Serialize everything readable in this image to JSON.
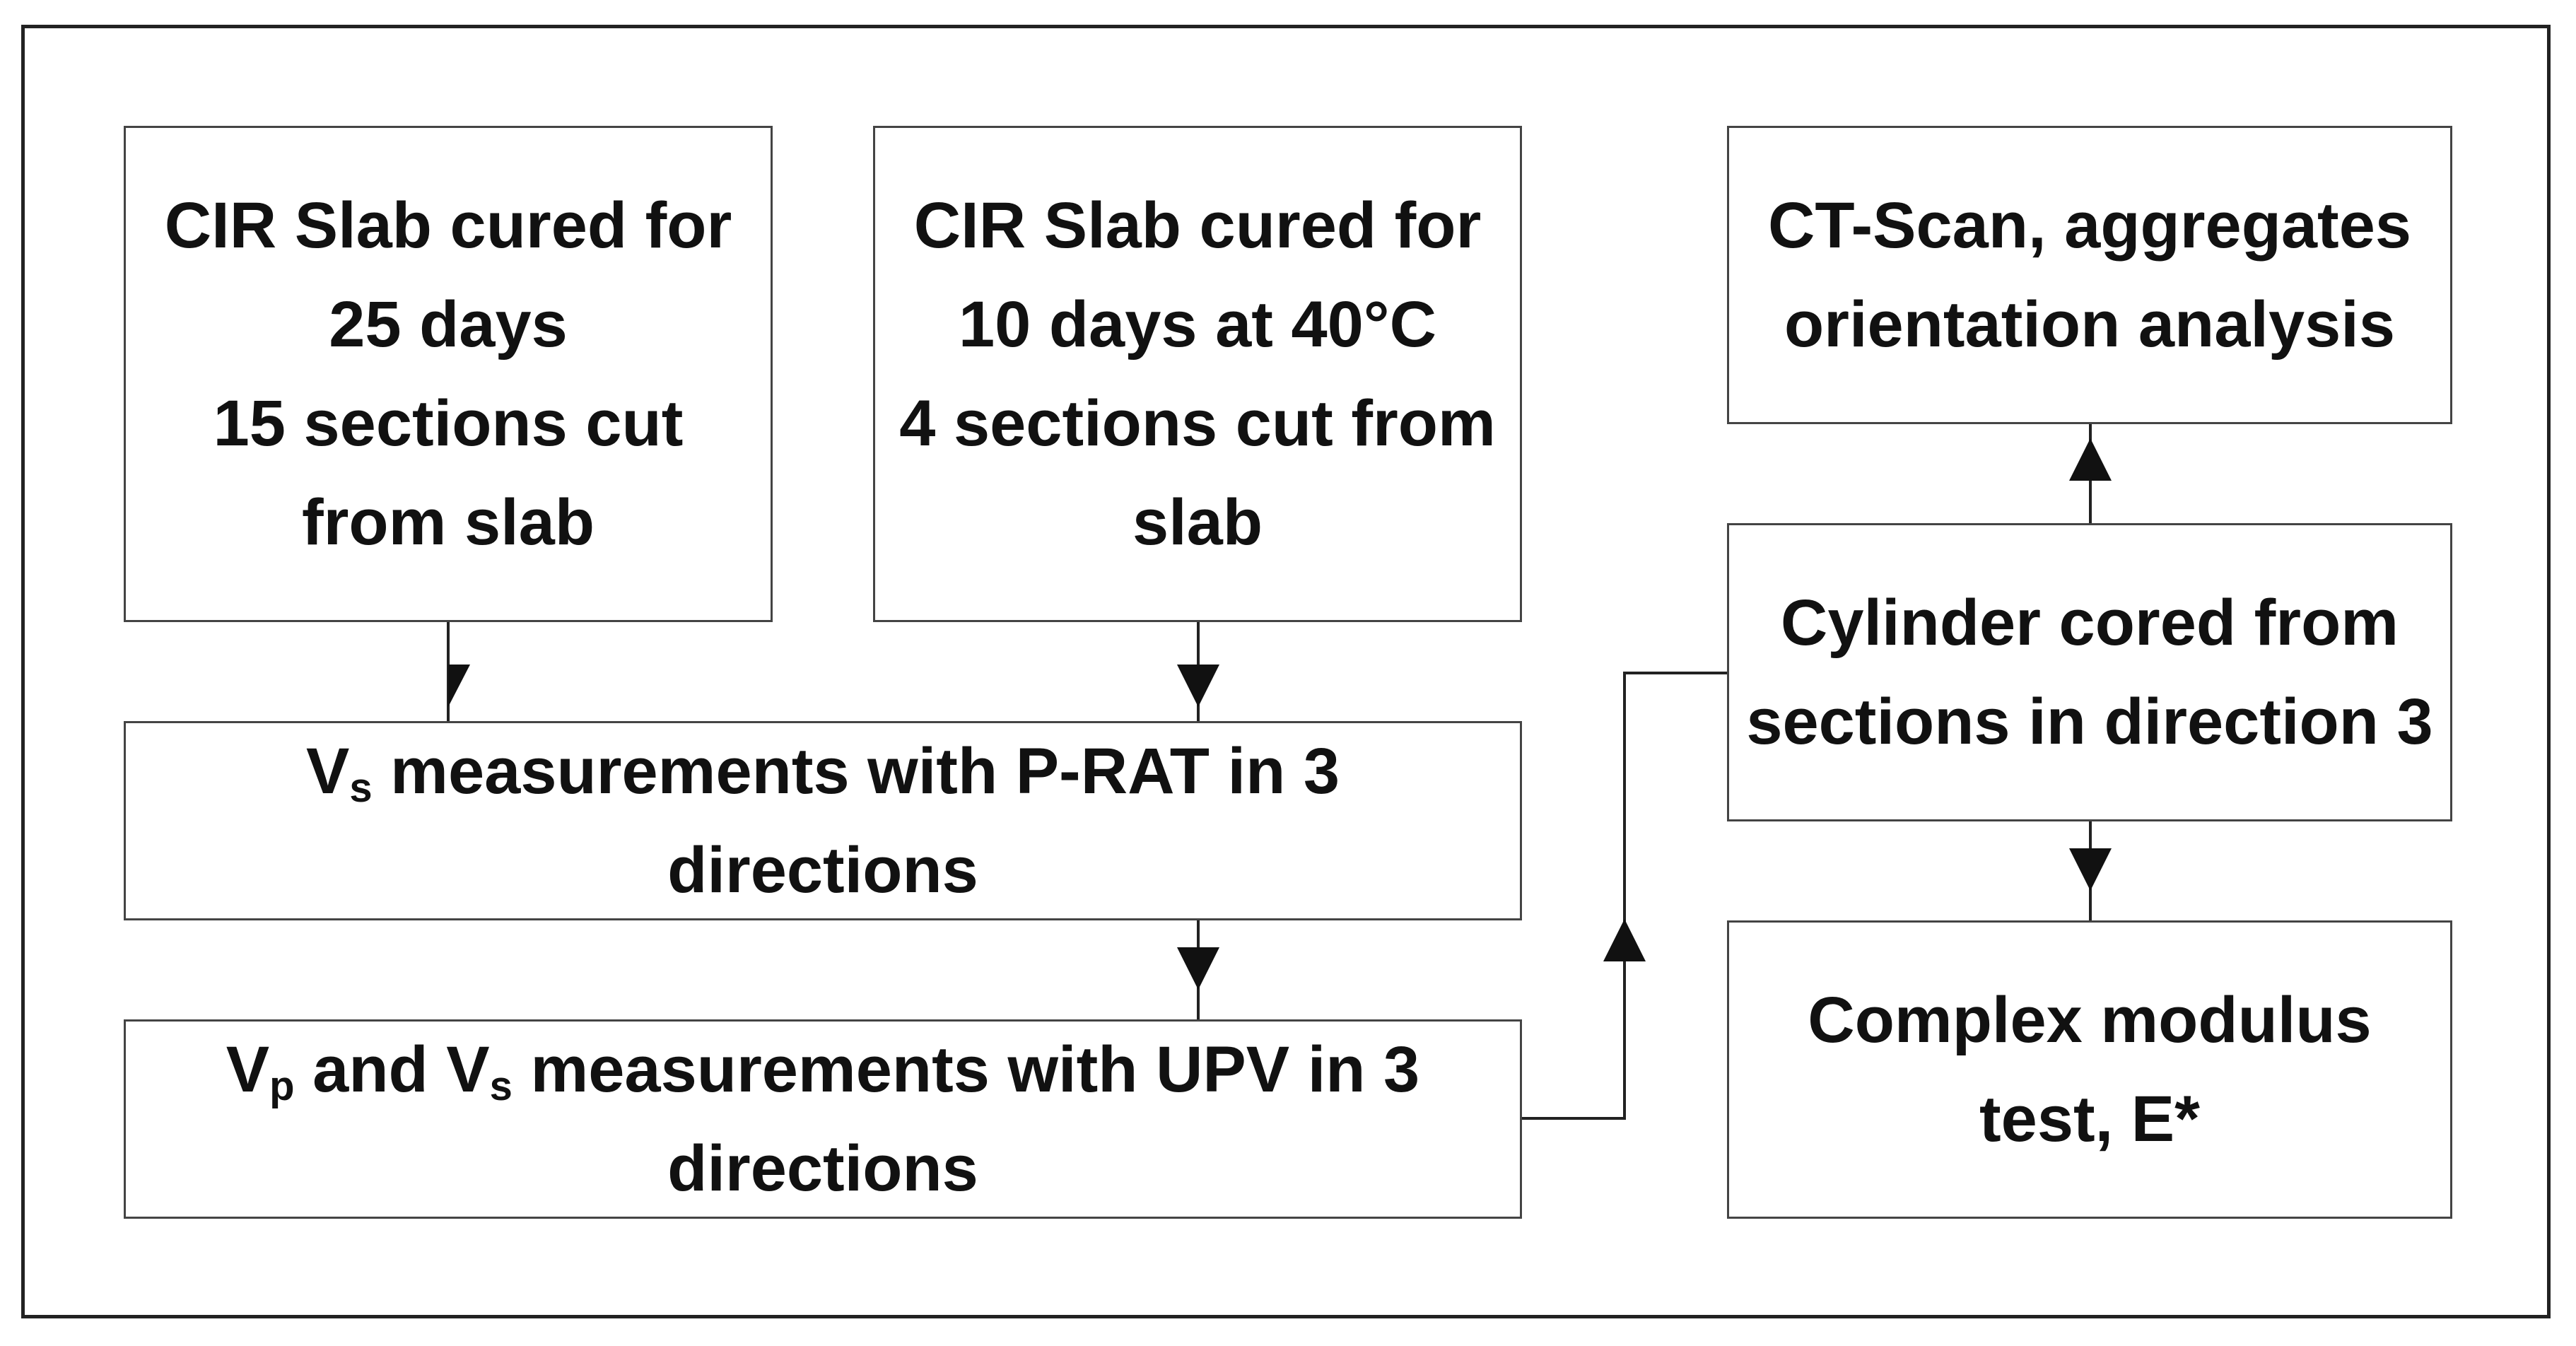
{
  "frame": "flowchart",
  "boxes": {
    "slab25": {
      "lines": [
        "CIR Slab cured for",
        "25 days",
        "15 sections cut",
        "from slab"
      ]
    },
    "slab10": {
      "lines": [
        "CIR Slab cured for",
        "10 days at 40°C",
        "4 sections cut from",
        "slab"
      ]
    },
    "ctscan": {
      "lines": [
        "CT-Scan, aggregates",
        "orientation analysis"
      ]
    },
    "cylinder": {
      "lines": [
        "Cylinder cored from",
        "sections in direction 3"
      ]
    },
    "vs_prat": {
      "v": "V",
      "sub": "s",
      "rest": " measurements with P-RAT in 3",
      "line2": "directions"
    },
    "upv": {
      "v1": "V",
      "sub1": "p",
      "and": " and V",
      "sub2": "s",
      "rest": " measurements with UPV in 3",
      "line2": "directions"
    },
    "complex": {
      "lines": [
        "Complex modulus",
        "test, E*"
      ]
    }
  },
  "colors": {
    "stroke": "#222222",
    "box_border": "#444444",
    "background": "#ffffff"
  }
}
